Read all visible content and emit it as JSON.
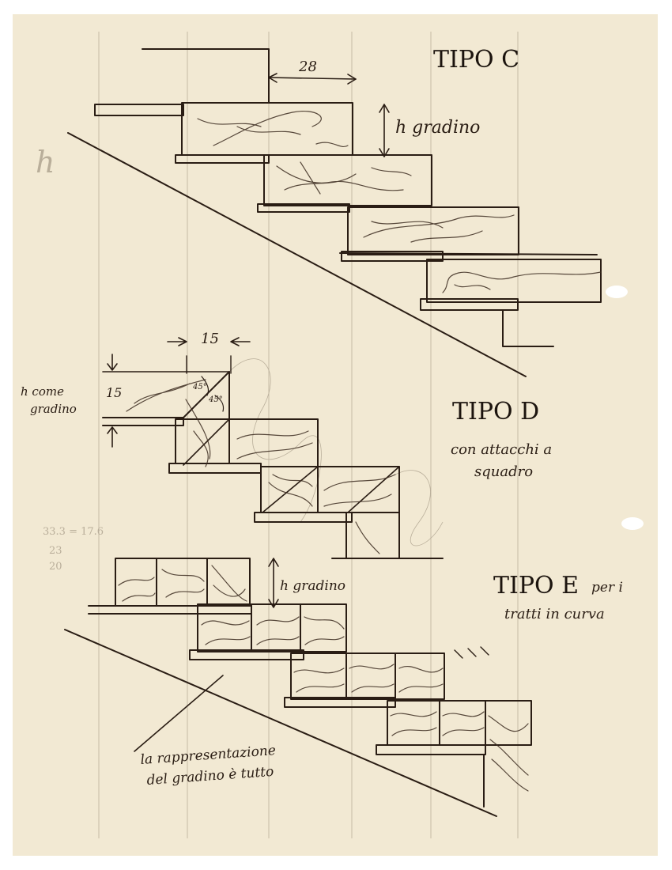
{
  "sketch": {
    "colors": {
      "paper": "#f2e9d3",
      "ink": "#2a1d14",
      "pencil": "#b9ae9a",
      "hole": "#ffffff"
    },
    "tipo_c": {
      "title": "TIPO C",
      "dimension": "28",
      "label": "h gradino"
    },
    "tipo_d": {
      "title": "TIPO D",
      "dimension": "15",
      "angle_a": "45°",
      "angle_b": "45°",
      "height_marker": "15",
      "left_note_1": "h come",
      "left_note_2": "gradino",
      "subtitle_1": "con attacchi a",
      "subtitle_2": "squadro"
    },
    "tipo_e": {
      "title": "TIPO E",
      "title_suffix": "per i",
      "subtitle": "tratti in curva",
      "label": "h gradino",
      "bottom_note_1": "la rappresentazione",
      "bottom_note_2": "del gradino è tutto"
    },
    "margin_sign": "h",
    "pencil_calc": [
      "33.3 = 17.6",
      "23",
      "20"
    ]
  }
}
